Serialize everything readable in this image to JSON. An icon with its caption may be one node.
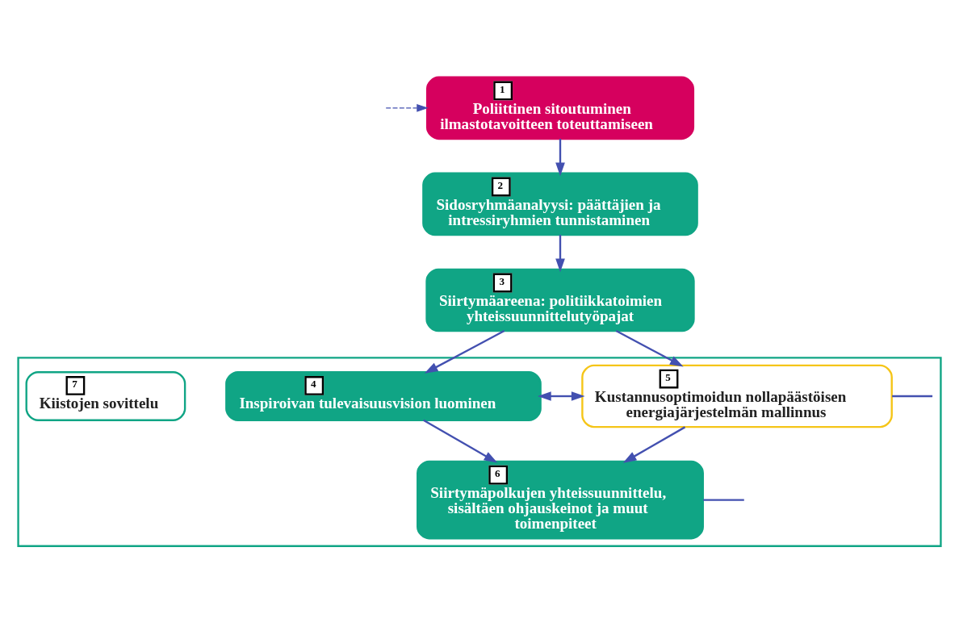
{
  "diagram": {
    "nodes": [
      {
        "text": [
          "1",
          "Poliittinen sitoutuminen ilmastotavoitteen toteuttamiseen"
        ]
      },
      {
        "text": [
          "2",
          "Sidosryhmäanalyysi: päättäjien ja intressiryhmien tunnistaminen"
        ]
      },
      {
        "text": [],
        "shape": "box"
      },
      {
        "text": [
          "3",
          "Siirtymäareena: politiikkatoimien yhteissuunnittelutyöpajat"
        ]
      },
      {
        "text": [
          "4",
          "Inspiroivan tulevaisuusvision luominen"
        ],
        "in": 2
      },
      {
        "text": [
          "5",
          "Kustannusoptimoidun nollapäästöisen energiajärjestelmän mallinnus"
        ],
        "in": 2
      },
      {
        "text": [
          "6",
          "Siirtymäpolkujen yhteissuunnittelu, sisältäen ohjauskeinot ja muut toimenpiteet"
        ],
        "in": 2
      },
      {
        "text": [
          "7",
          "Kiistojen sovittelu"
        ],
        "in": 2
      }
    ],
    "edges": [
      {
        "from": null,
        "to": 0,
        "arrow": "to",
        "style": "dashed"
      },
      {
        "from": 0,
        "to": 1,
        "arrow": "to"
      },
      {
        "from": 1,
        "to": 3,
        "arrow": "to"
      },
      {
        "from": 3,
        "to": 4,
        "arrow": "to"
      },
      {
        "from": 3,
        "to": 5,
        "arrow": "to"
      },
      {
        "from": 4,
        "to": 5,
        "arrow": "both"
      },
      {
        "from": 4,
        "to": 6,
        "arrow": "to"
      },
      {
        "from": 5,
        "to": 6,
        "arrow": "to"
      },
      {
        "from": 5,
        "to": null,
        "arrow": "none"
      },
      {
        "from": 6,
        "to": null,
        "arrow": "none"
      }
    ]
  }
}
